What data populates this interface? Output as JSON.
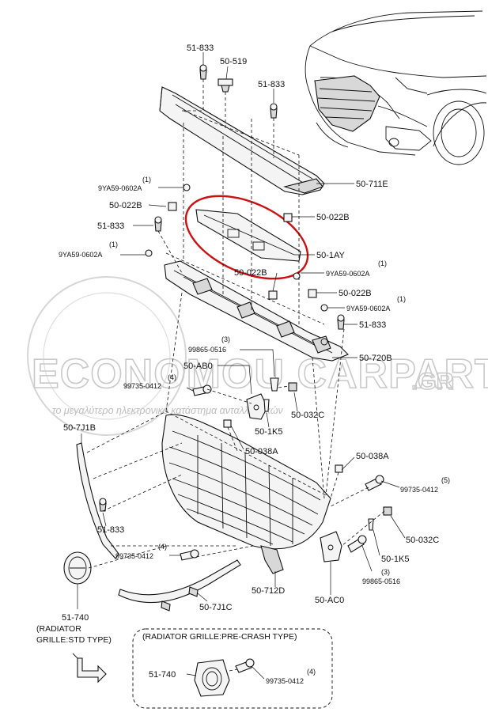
{
  "watermark": {
    "brand": "ECONOMOU CARPARTS",
    "domain_suffix": ".GR",
    "tagline": "το μεγαλύτερο ηλεκτρονικό κατάστημα ανταλλακτικών"
  },
  "parts": {
    "p_51_833_top": "51-833",
    "p_50_519": "50-519",
    "p_51_833_top2": "51-833",
    "p_50_711e": "50-711E",
    "p_9ya59_qty1": "(1)",
    "p_9ya59_1": "9YA59-0602A",
    "p_50_022b_1": "50-022B",
    "p_50_022b_2": "50-022B",
    "p_51_833_left": "51-833",
    "p_9ya59_qty2": "(1)",
    "p_9ya59_2": "9YA59-0602A",
    "p_50_1ay": "50-1AY",
    "p_9ya59_qty3": "(1)",
    "p_50_022b_3": "50-022B",
    "p_9ya59_3": "9YA59-0602A",
    "p_50_022b_4": "50-022B",
    "p_9ya59_qty4": "(1)",
    "p_9ya59_4": "9YA59-0602A",
    "p_51_833_right": "51-833",
    "p_99865_qty1": "(3)",
    "p_99865_1": "99865-0516",
    "p_50_720b": "50-720B",
    "p_50_ab0": "50-AB0",
    "p_99735_qty1": "(4)",
    "p_99735_1": "99735-0412",
    "p_50_032c_1": "50-032C",
    "p_50_1k5_1": "50-1K5",
    "p_50_7j1b": "50-7J1B",
    "p_50_038a_1": "50-038A",
    "p_50_038a_2": "50-038A",
    "p_99735_qty2": "(5)",
    "p_99735_2": "99735-0412",
    "p_51_833_low": "51-833",
    "p_50_032c_2": "50-032C",
    "p_99735_qty3": "(4)",
    "p_99735_3": "99735-0412",
    "p_50_1k5_2": "50-1K5",
    "p_99865_qty2": "(3)",
    "p_99865_2": "99865-0516",
    "p_50_712d": "50-712D",
    "p_50_7j1c": "50-7J1C",
    "p_50_ac0": "50-AC0",
    "p_51_740": "51-740",
    "p_51_740_note1": "(RADIATOR",
    "p_51_740_note2": "GRILLE:STD TYPE)"
  },
  "inset": {
    "title": "(RADIATOR GRILLE:PRE-CRASH TYPE)",
    "p_51_740": "51-740",
    "p_99735_qty": "(4)",
    "p_99735": "99735-0412"
  },
  "colors": {
    "highlight_ring": "#cc1111",
    "line": "#111111",
    "watermark": "#c9c9c9"
  },
  "icons": {
    "direction": "front-direction-arrow-icon"
  }
}
